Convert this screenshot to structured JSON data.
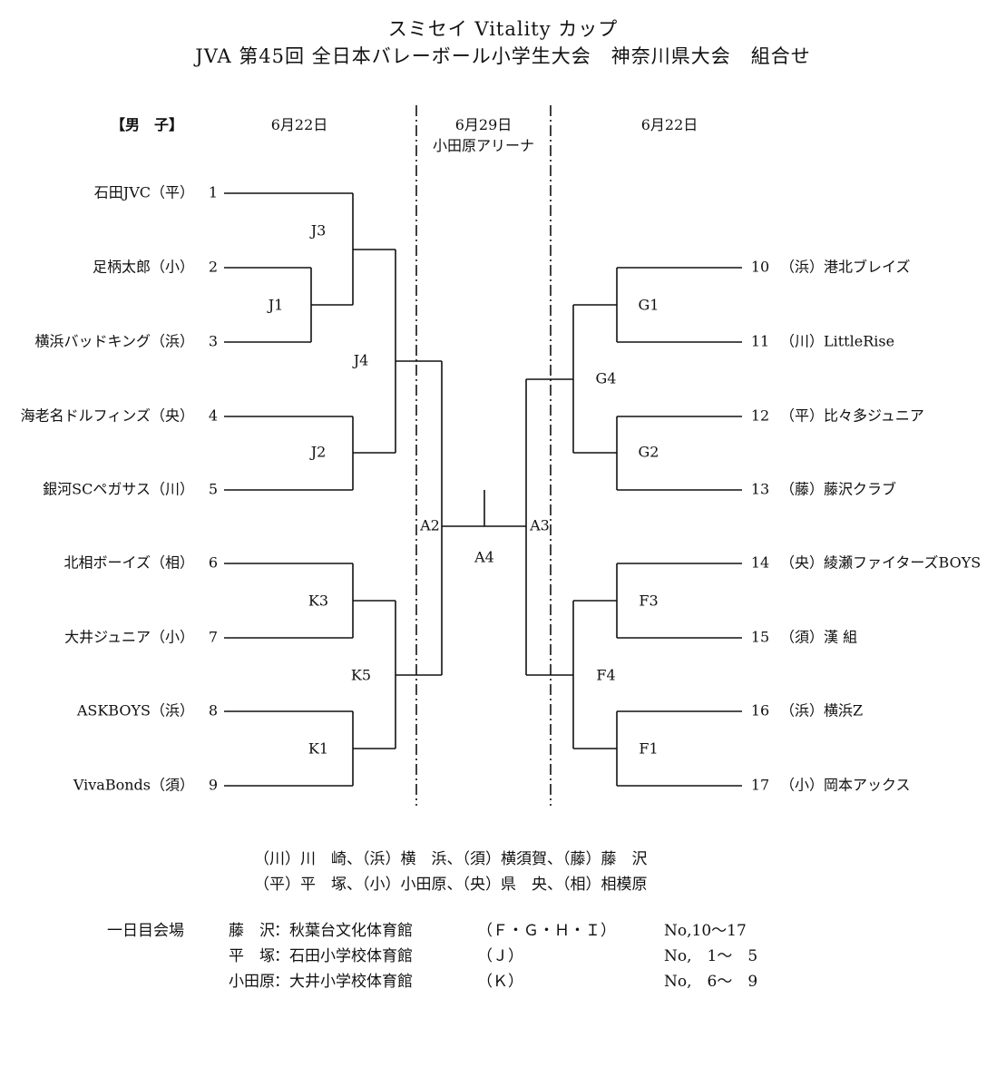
{
  "title_line1": "スミセイ Vitality カップ",
  "title_line2": "JVA 第45回 全日本バレーボール小学生大会　神奈川県大会　組合せ",
  "category": "【男　子】",
  "headers": {
    "left_date": "6月22日",
    "center_date": "6月29日",
    "center_venue": "小田原アリーナ",
    "right_date": "6月22日"
  },
  "left_teams": [
    {
      "no": "1",
      "name": "石田JVC（平）"
    },
    {
      "no": "2",
      "name": "足柄太郎（小）"
    },
    {
      "no": "3",
      "name": "横浜バッドキング（浜）"
    },
    {
      "no": "4",
      "name": "海老名ドルフィンズ（央）"
    },
    {
      "no": "5",
      "name": "銀河SCペガサス（川）"
    },
    {
      "no": "6",
      "name": "北相ボーイズ（相）"
    },
    {
      "no": "7",
      "name": "大井ジュニア（小）"
    },
    {
      "no": "8",
      "name": "ASKBOYS（浜）"
    },
    {
      "no": "9",
      "name": "VivaBonds（須）"
    }
  ],
  "right_teams": [
    {
      "no": "10",
      "name": "（浜）港北ブレイズ"
    },
    {
      "no": "11",
      "name": "（川）LittleRise"
    },
    {
      "no": "12",
      "name": "（平）比々多ジュニア"
    },
    {
      "no": "13",
      "name": "（藤）藤沢クラブ"
    },
    {
      "no": "14",
      "name": "（央）綾瀬ファイターズBOYS"
    },
    {
      "no": "15",
      "name": "（須）漢 組"
    },
    {
      "no": "16",
      "name": "（浜）横浜Z"
    },
    {
      "no": "17",
      "name": "（小）岡本アックス"
    }
  ],
  "match_labels": {
    "J1": "J1",
    "J2": "J2",
    "J3": "J3",
    "J4": "J4",
    "K1": "K1",
    "K3": "K3",
    "K5": "K5",
    "A2": "A2",
    "A3": "A3",
    "A4": "A4",
    "G1": "G1",
    "G2": "G2",
    "G4": "G4",
    "F1": "F1",
    "F3": "F3",
    "F4": "F4"
  },
  "legend": {
    "line1": "（川）川　崎、（浜）横　浜、（須）横須賀、（藤）藤　沢",
    "line2": "（平）平　塚、（小）小田原、（央）県　央、（相）相模原"
  },
  "venues": {
    "label": "一日目会場",
    "rows": [
      {
        "city": "藤　沢",
        "hall": "：秋葉台文化体育館",
        "blocks": "（Ｆ・Ｇ・Ｈ・Ｉ）",
        "range": "No,10～17"
      },
      {
        "city": "平　塚",
        "hall": "：石田小学校体育館",
        "blocks": "（Ｊ）",
        "range": "No,　1～　5"
      },
      {
        "city": "小田原",
        "hall": "：大井小学校体育館",
        "blocks": "（Ｋ）",
        "range": "No,　6～　9"
      }
    ]
  }
}
